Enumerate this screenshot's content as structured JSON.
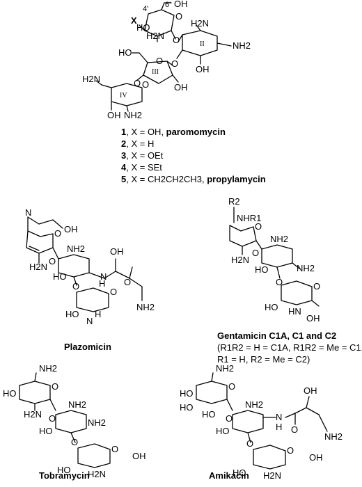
{
  "top": {
    "ring_labels": [
      "II",
      "III",
      "IV"
    ],
    "locants": [
      "4'",
      "6'"
    ],
    "x_label": "X",
    "list": [
      {
        "num": "1",
        "text": ", X = OH, ",
        "name": "paromomycin"
      },
      {
        "num": "2",
        "text": ", X = H",
        "name": ""
      },
      {
        "num": "3",
        "text": ", X = OEt",
        "name": ""
      },
      {
        "num": "4",
        "text": ", X = SEt",
        "name": ""
      },
      {
        "num": "5",
        "text": ", X = CH2CH2CH3, ",
        "name": "propylamycin"
      }
    ]
  },
  "captions": {
    "plazomicin": "Plazomicin",
    "gentamicin_title": "Gentamicin C1A, C1 and C2",
    "gentamicin_line1": "(R1R2 = H = C1A,  R1R2 =  Me = C1,",
    "gentamicin_line2": "R1 = H, R2 = Me = C2)",
    "tobramycin": "Tobramycin",
    "amikacin": "Amikacin"
  },
  "atoms": {
    "oh": "OH",
    "ho": "HO",
    "nh2": "NH2",
    "h2n": "H2N",
    "o": "O",
    "n": "N",
    "nh": "NH",
    "hn": "HN",
    "h": "H",
    "r2": "R2",
    "nhr1": "NHR1"
  }
}
